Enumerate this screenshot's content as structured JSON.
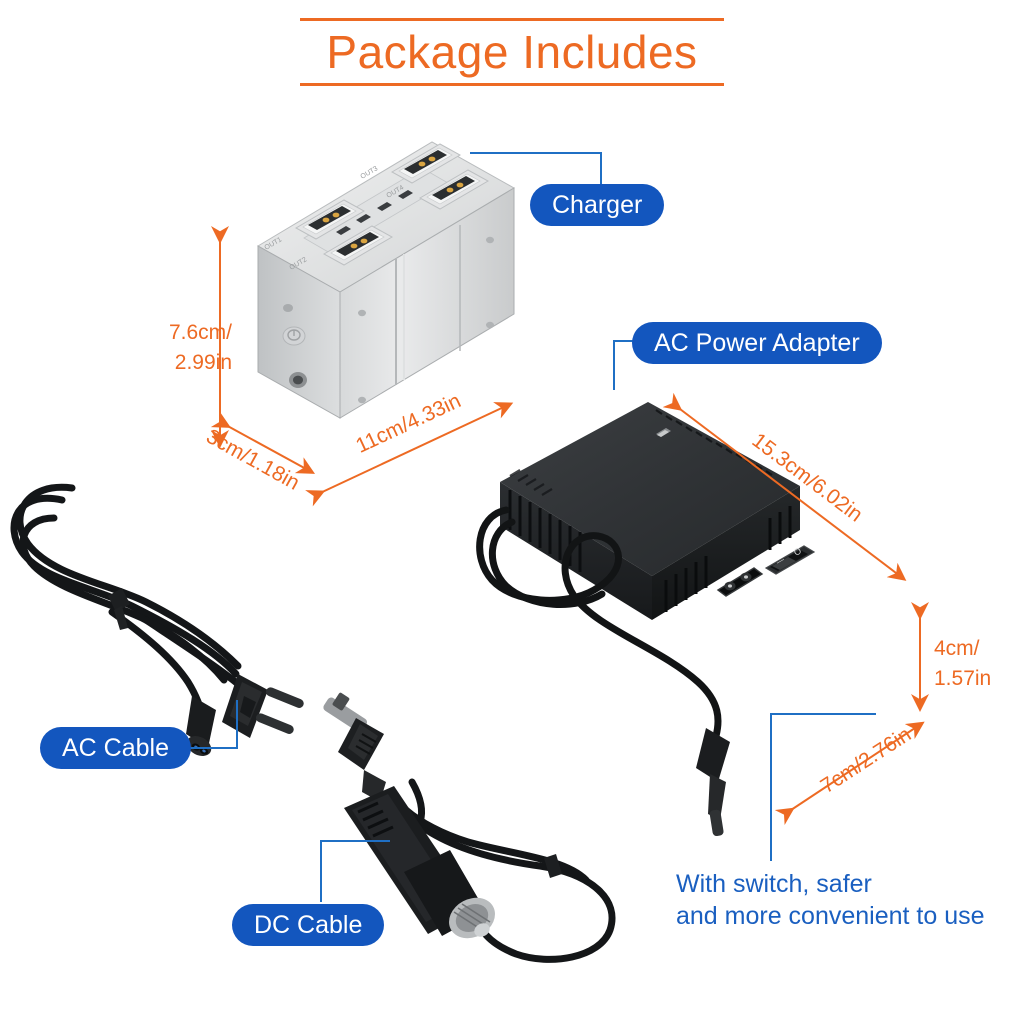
{
  "header": {
    "title": "Package Includes",
    "accent_color": "#ED6A23"
  },
  "theme": {
    "badge_color": "#1356BE",
    "badge_text_color": "#FFFFFF",
    "leader_line_color": "#1F6FC4",
    "dimension_color": "#ED6A23",
    "note_color": "#1A5FC0",
    "background": "#FFFFFF"
  },
  "callouts": [
    {
      "id": "charger",
      "label": "Charger"
    },
    {
      "id": "adapter",
      "label": "AC Power Adapter"
    },
    {
      "id": "ac_cable",
      "label": "AC Cable"
    },
    {
      "id": "dc_cable",
      "label": "DC Cable"
    }
  ],
  "charger": {
    "label": "Charger",
    "port_labels": [
      "OUT1",
      "OUT2",
      "OUT3",
      "OUT4"
    ],
    "dimensions": {
      "height": {
        "line1": "7.6cm/",
        "line2": "2.99in"
      },
      "depth": {
        "text": "3cm/1.18in"
      },
      "width": {
        "text": "11cm/4.33in"
      }
    }
  },
  "adapter": {
    "label": "AC Power Adapter",
    "dimensions": {
      "length": {
        "text": "15.3cm/6.02in"
      },
      "height": {
        "line1": "4cm/",
        "line2": "1.57in"
      },
      "width": {
        "text": "7cm/2.76in"
      }
    },
    "switch_note": {
      "line1": "With switch, safer",
      "line2": "and more convenient to use"
    },
    "switch_markings": {
      "on": "—",
      "off": "O"
    }
  },
  "ac_cable": {
    "label": "AC Cable"
  },
  "dc_cable": {
    "label": "DC Cable"
  }
}
